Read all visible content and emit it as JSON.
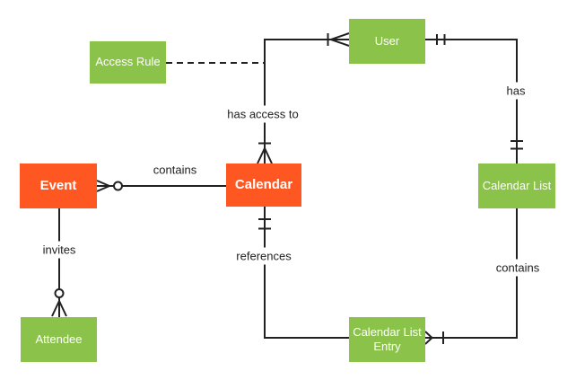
{
  "theme": {
    "entity_orange": "#FF5722",
    "entity_green": "#8BC34A",
    "line_color": "#212121",
    "label_color": "#212121",
    "background": "#FFFFFF"
  },
  "entities": {
    "event": {
      "label": "Event",
      "color": "#FF5722"
    },
    "calendar": {
      "label": "Calendar",
      "color": "#FF5722"
    },
    "access_rule": {
      "label": "Access Rule",
      "color": "#8BC34A"
    },
    "user": {
      "label": "User",
      "color": "#8BC34A"
    },
    "calendar_list": {
      "label": "Calendar List",
      "color": "#8BC34A"
    },
    "calendar_list_entry": {
      "label": "Calendar List Entry",
      "color": "#8BC34A"
    },
    "attendee": {
      "label": "Attendee",
      "color": "#8BC34A"
    }
  },
  "relationships": {
    "event_contains_calendar": {
      "label": "contains",
      "from": "Event",
      "to": "Calendar",
      "from_notation": "zero-or-many"
    },
    "event_invites_attendee": {
      "label": "invites",
      "from": "Event",
      "to": "Attendee",
      "to_notation": "zero-or-many"
    },
    "calendar_has_access_to_user": {
      "label": "has access to",
      "from": "Calendar",
      "to": "User",
      "from_notation": "one-or-many",
      "to_notation": "one-or-many"
    },
    "access_rule_link": {
      "from": "Access Rule",
      "to": "has access to",
      "style": "dashed"
    },
    "user_has_calendar_list": {
      "label": "has",
      "from": "User",
      "to": "Calendar List",
      "from_notation": "one-and-only-one",
      "to_notation": "one-and-only-one"
    },
    "calendar_list_contains_entry": {
      "label": "contains",
      "from": "Calendar List",
      "to": "Calendar List Entry",
      "to_notation": "one-or-many"
    },
    "calendar_references_entry": {
      "label": "references",
      "from": "Calendar",
      "to": "Calendar List Entry",
      "from_notation": "one-and-only-one"
    }
  }
}
